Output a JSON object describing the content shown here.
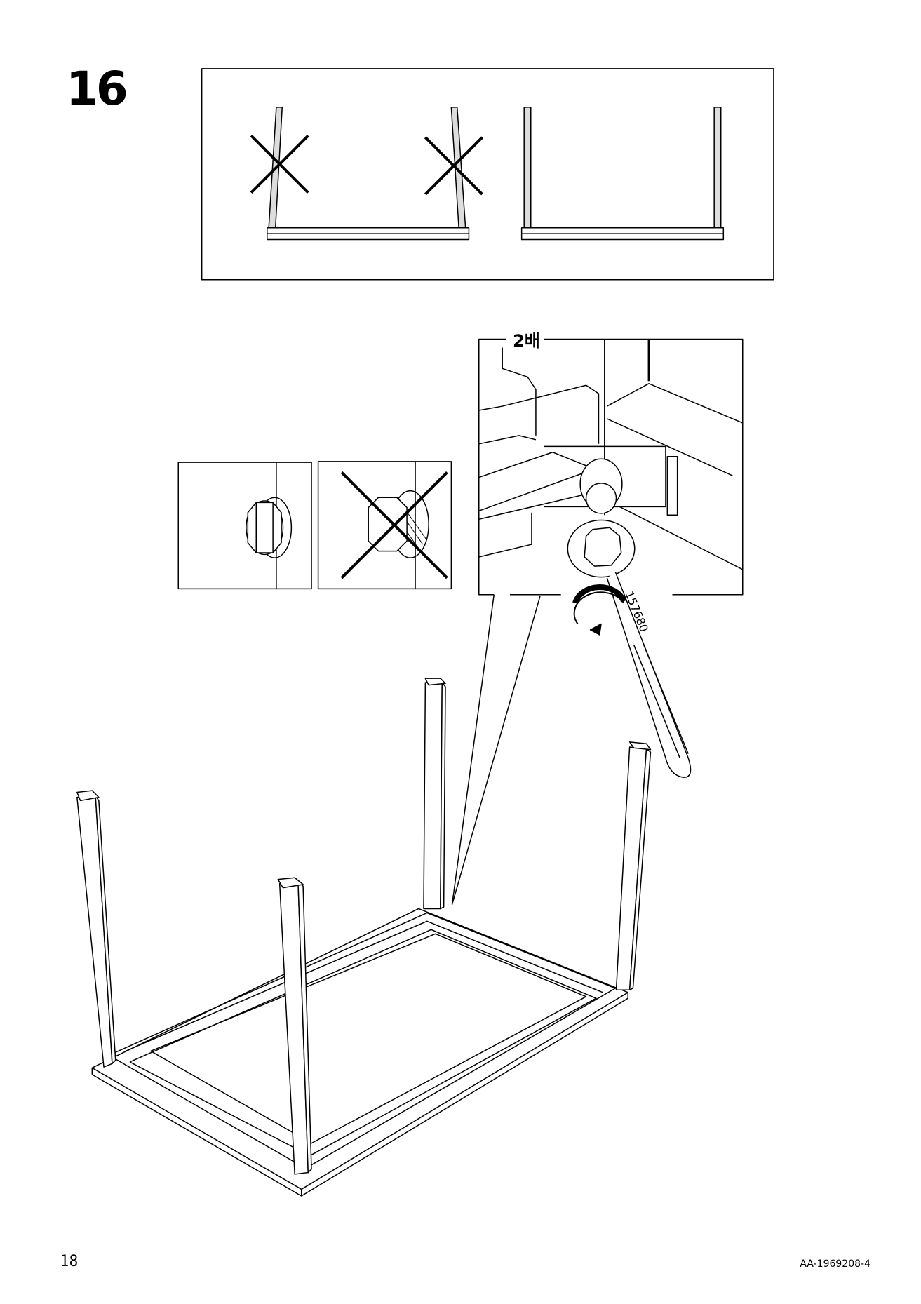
{
  "step": {
    "number": "16"
  },
  "detail": {
    "quantity_label": "2배",
    "tool_part_number": "157680"
  },
  "footer": {
    "page_number": "18",
    "document_code": "AA-1969208-4"
  },
  "icons": [
    "wrong-cross-icon",
    "rotate-arrow-icon",
    "wrench-icon"
  ]
}
